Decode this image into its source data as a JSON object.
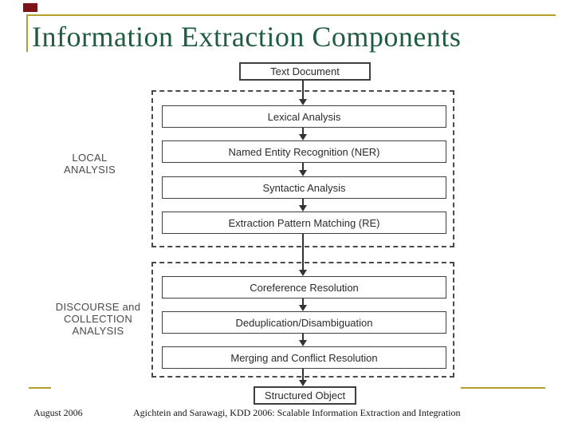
{
  "slide": {
    "title": "Information Extraction Components",
    "footer": {
      "date": "August 2006",
      "attribution": "Agichtein and Sarawagi, KDD 2006: Scalable Information Extraction and Integration"
    }
  },
  "colors": {
    "accent_gold": "#b3a02c",
    "title_green": "#1f5c40",
    "marker_maroon": "#7b1416",
    "diagram_line": "#3f3f3f"
  },
  "diagram": {
    "input_node": "Text Document",
    "output_node": "Structured Object",
    "groups": [
      {
        "label_lines": [
          "LOCAL",
          "ANALYSIS"
        ],
        "nodes": [
          "Lexical Analysis",
          "Named Entity Recognition (NER)",
          "Syntactic Analysis",
          "Extraction Pattern Matching (RE)"
        ]
      },
      {
        "label_lines": [
          "DISCOURSE and",
          "COLLECTION",
          "ANALYSIS"
        ],
        "nodes": [
          "Coreference Resolution",
          "Deduplication/Disambiguation",
          "Merging and Conflict Resolution"
        ]
      }
    ]
  }
}
